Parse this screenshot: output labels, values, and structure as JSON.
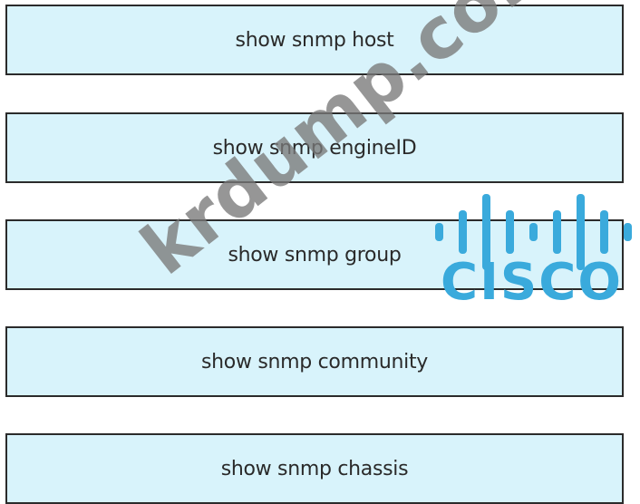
{
  "options": [
    {
      "label": "show snmp host"
    },
    {
      "label": "show snmp engineID"
    },
    {
      "label": "show snmp group"
    },
    {
      "label": "show snmp community"
    },
    {
      "label": "show snmp chassis"
    }
  ],
  "watermark": {
    "text": "krdump.com",
    "logo_text": "CISCO",
    "logo_color": "#3aaadc",
    "text_color": "#787878"
  },
  "colors": {
    "box_fill": "#d8f3fb",
    "box_border": "#2b2b2b",
    "text": "#2a2a2a"
  }
}
